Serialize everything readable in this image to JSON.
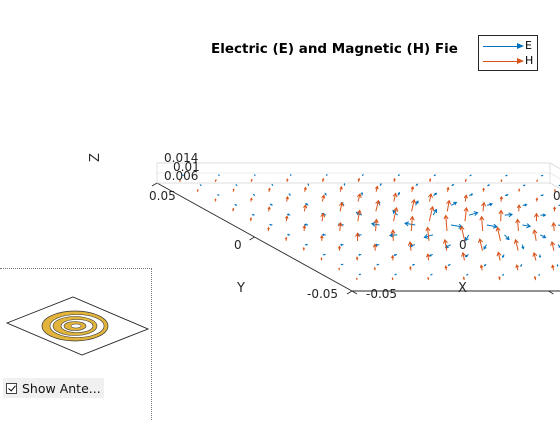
{
  "figure": {
    "title": "Electric (E) and Magnetic (H) Fie",
    "legend": [
      {
        "label": "E",
        "color": "#0072BD"
      },
      {
        "label": "H",
        "color": "#D95319"
      }
    ],
    "axes": {
      "x_label": "X",
      "y_label": "Y",
      "z_label": "Z",
      "x_ticks": [
        "-0.05",
        "0",
        "0"
      ],
      "y_ticks": [
        "0.05",
        "0",
        "-0.05"
      ],
      "z_ticks": [
        "0.014",
        "0.01",
        "0.006"
      ]
    },
    "style": {
      "grid": true,
      "box_color": "#d9d9d9",
      "grid_color": "#e6e6e6"
    }
  },
  "antenna_panel": {
    "show_antenna_label": "Show Ante...",
    "show_antenna_checked": true,
    "antenna_fill": "#E2B43C",
    "antenna_edge": "#333333"
  }
}
